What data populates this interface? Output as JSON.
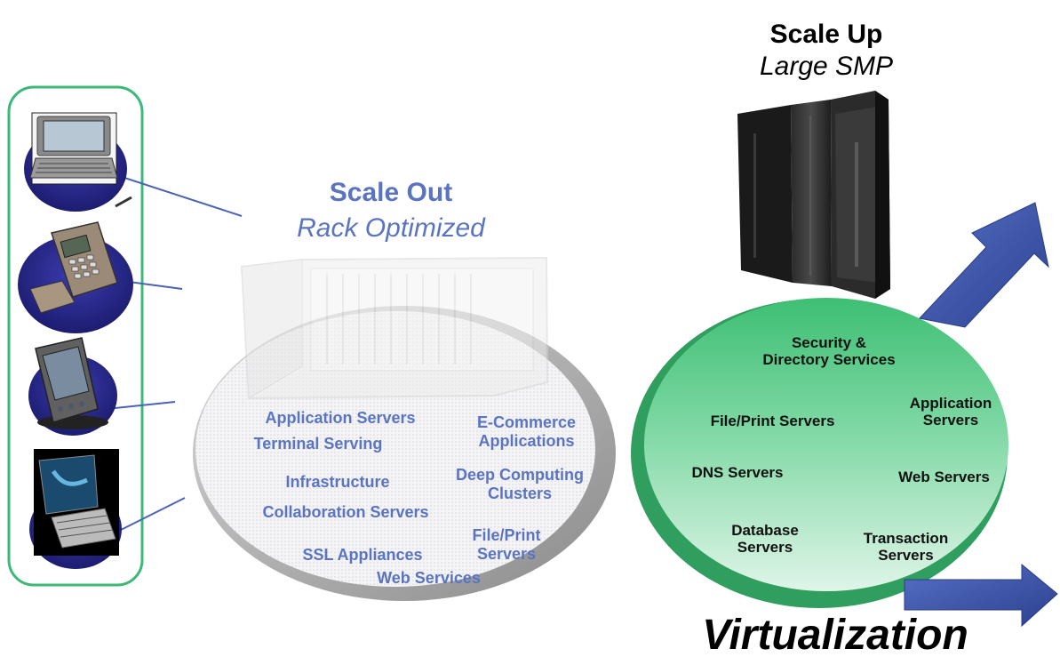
{
  "scale_out": {
    "title": "Scale Out",
    "subtitle": "Rack Optimized",
    "workloads": [
      "Application Servers",
      "Terminal Serving",
      "E-Commerce\nApplications",
      "Infrastructure",
      "Deep Computing\nClusters",
      "Collaboration Servers",
      "File/Print\nServers",
      "SSL Appliances",
      "Web Services"
    ]
  },
  "scale_up": {
    "title": "Scale Up",
    "subtitle": "Large SMP",
    "workloads": [
      "Security &\nDirectory Services",
      "Application\nServers",
      "File/Print Servers",
      "DNS Servers",
      "Web Servers",
      "Database\nServers",
      "Transaction\nServers"
    ]
  },
  "virtualization_label": "Virtualization",
  "devices": [
    {
      "icon": "laptop-icon"
    },
    {
      "icon": "mobile-phone-icon"
    },
    {
      "icon": "pda-icon"
    },
    {
      "icon": "tablet-pc-icon"
    }
  ],
  "colors": {
    "scale_out_text": "#5a74c2",
    "device_panel_border": "#3cb878",
    "device_disc": "#2a2a8c",
    "scale_up_disc": "#48c07a",
    "arrow": "#3a54a8"
  }
}
